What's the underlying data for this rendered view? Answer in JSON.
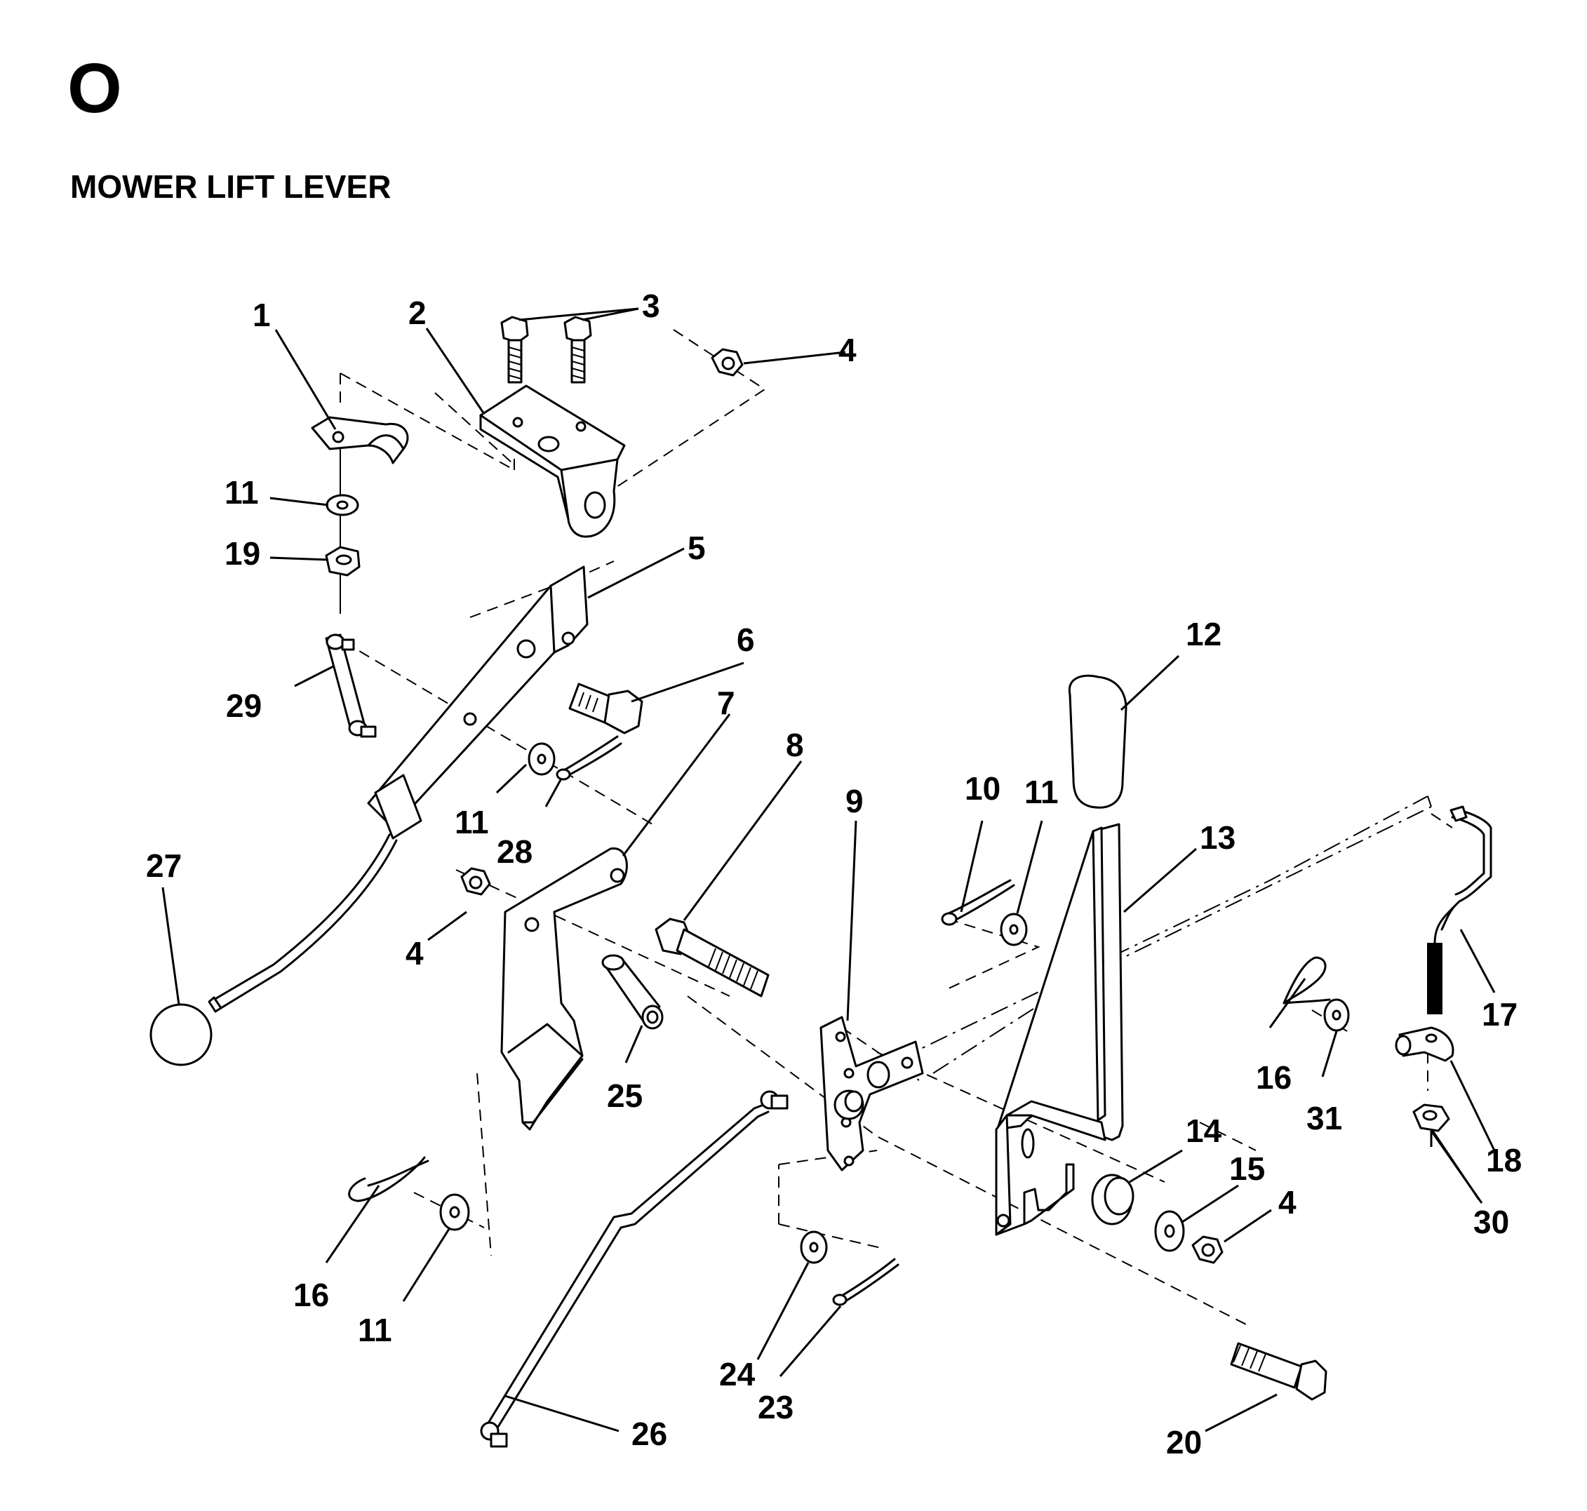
{
  "header": {
    "section_letter": "O",
    "title": "MOWER LIFT LEVER"
  },
  "callouts": [
    {
      "id": "c1",
      "label": "1"
    },
    {
      "id": "c2",
      "label": "2"
    },
    {
      "id": "c3",
      "label": "3"
    },
    {
      "id": "c4a",
      "label": "4"
    },
    {
      "id": "c5",
      "label": "5"
    },
    {
      "id": "c6",
      "label": "6"
    },
    {
      "id": "c7",
      "label": "7"
    },
    {
      "id": "c8",
      "label": "8"
    },
    {
      "id": "c9",
      "label": "9"
    },
    {
      "id": "c10",
      "label": "10"
    },
    {
      "id": "c11a",
      "label": "11"
    },
    {
      "id": "c11b",
      "label": "11"
    },
    {
      "id": "c11c",
      "label": "11"
    },
    {
      "id": "c11d",
      "label": "11"
    },
    {
      "id": "c12",
      "label": "12"
    },
    {
      "id": "c13",
      "label": "13"
    },
    {
      "id": "c14",
      "label": "14"
    },
    {
      "id": "c15",
      "label": "15"
    },
    {
      "id": "c4b",
      "label": "4"
    },
    {
      "id": "c4c",
      "label": "4"
    },
    {
      "id": "c16a",
      "label": "16"
    },
    {
      "id": "c16b",
      "label": "16"
    },
    {
      "id": "c17",
      "label": "17"
    },
    {
      "id": "c18",
      "label": "18"
    },
    {
      "id": "c19",
      "label": "19"
    },
    {
      "id": "c20",
      "label": "20"
    },
    {
      "id": "c23",
      "label": "23"
    },
    {
      "id": "c24",
      "label": "24"
    },
    {
      "id": "c25",
      "label": "25"
    },
    {
      "id": "c26",
      "label": "26"
    },
    {
      "id": "c27",
      "label": "27"
    },
    {
      "id": "c28",
      "label": "28"
    },
    {
      "id": "c29",
      "label": "29"
    },
    {
      "id": "c30",
      "label": "30"
    },
    {
      "id": "c31",
      "label": "31"
    }
  ]
}
